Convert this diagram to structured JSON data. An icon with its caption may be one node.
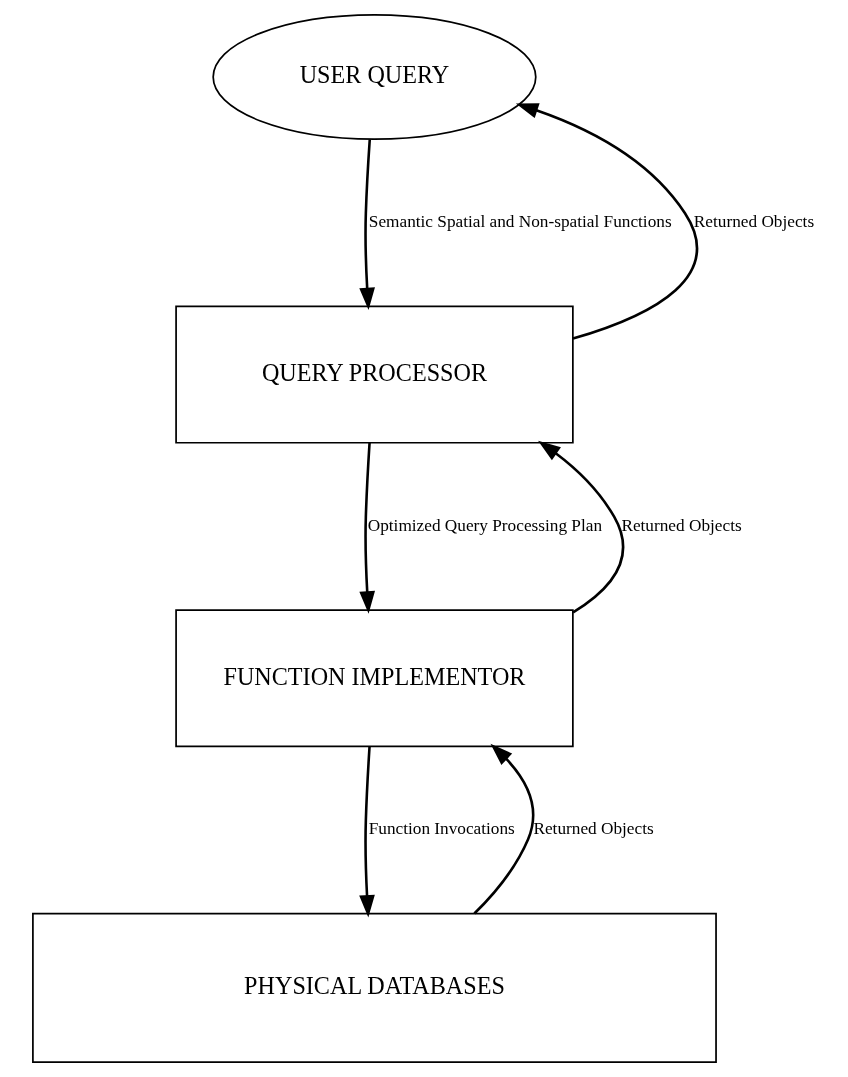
{
  "diagram": {
    "nodes": [
      {
        "text": [
          "USER QUERY"
        ]
      },
      {
        "text": [
          "QUERY PROCESSOR"
        ]
      },
      {
        "text": [
          "FUNCTION IMPLEMENTOR"
        ]
      },
      {
        "text": [
          "PHYSICAL DATABASES"
        ]
      }
    ],
    "edges": [
      {
        "from": 0,
        "to": 1,
        "arrow": "to",
        "label": "Semantic Spatial and Non-spatial Functions"
      },
      {
        "from": 1,
        "to": 0,
        "arrow": "to",
        "label": "Returned Objects"
      },
      {
        "from": 1,
        "to": 2,
        "arrow": "to",
        "label": "Optimized Query Processing Plan"
      },
      {
        "from": 2,
        "to": 1,
        "arrow": "to",
        "label": "Returned Objects"
      },
      {
        "from": 2,
        "to": 3,
        "arrow": "to",
        "label": "Function Invocations"
      },
      {
        "from": 3,
        "to": 2,
        "arrow": "to",
        "label": "Returned Objects"
      }
    ]
  }
}
